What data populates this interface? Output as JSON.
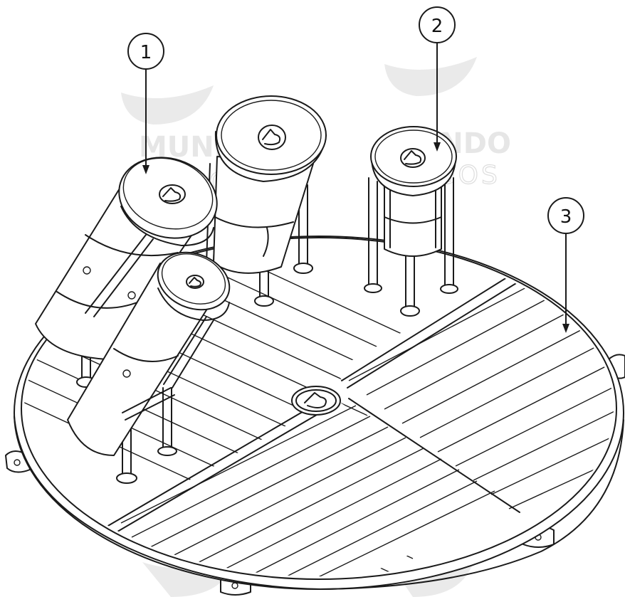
{
  "diagram": {
    "callouts": [
      {
        "id": "1",
        "label": "1"
      },
      {
        "id": "2",
        "label": "2"
      },
      {
        "id": "3",
        "label": "3"
      }
    ],
    "watermark": {
      "line1": "MUNDO",
      "line2": "JUEGOS"
    }
  }
}
